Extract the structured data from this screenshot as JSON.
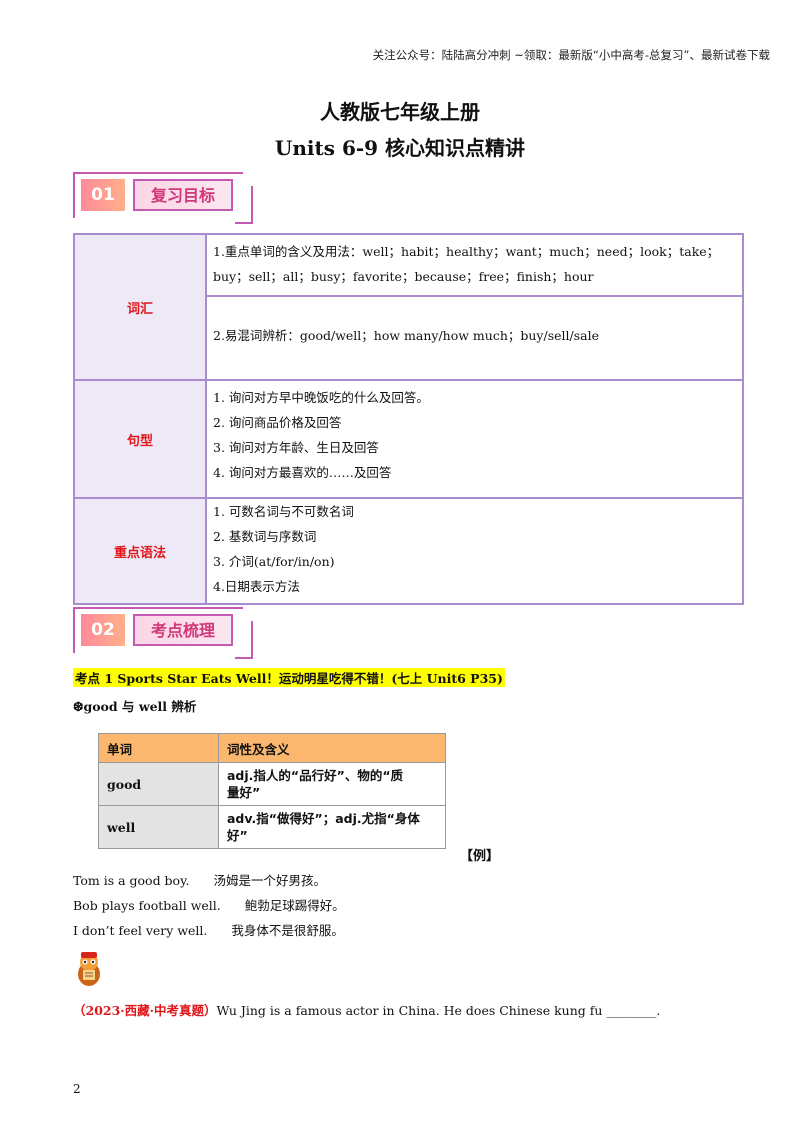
{
  "header_note": "关注公众号：陆陆高分冲刺  ~领取：最新版“小中高考-总复习”、最新试卷下载",
  "title_line1": "人教版七年级上册",
  "title_line2": "Units  6-9 核心知识点精讲",
  "section1": {
    "num": "01",
    "label": "复习目标"
  },
  "section2": {
    "num": "02",
    "label": "考点梳理"
  },
  "review": {
    "vocab": {
      "label": "词汇",
      "item1_line1": "1.重点单词的含义及用法：well；habit；healthy；want；much；need；look；take；",
      "item1_line2": "buy；sell；all；busy；favorite；because；free；finish；hour",
      "item2": "2.易混词辨析：good/well；how  many/how  much；buy/sell/sale"
    },
    "sentence": {
      "label": "句型",
      "lines": [
        "1.  询问对方早中晚饭吃的什么及回答。",
        "2.  询问商品价格及回答",
        "3.  询问对方年龄、生日及回答",
        "4.  询问对方最喜欢的……及回答"
      ]
    },
    "grammar": {
      "label": "重点语法",
      "lines": [
        "1.  可数名词与不可数名词",
        "2.  基数词与序数词",
        "3.  介词(at/for/in/on)",
        "4.日期表示方法"
      ]
    }
  },
  "kaodian_title": "考点 1  Sports  Star  Eats  Well！运动明星吃得不错！(七上 Unit6  P35)",
  "kaodian_sub": "❆good 与 well 辨析",
  "words_table": {
    "head_word": "单词",
    "head_def": "词性及含义",
    "rows": [
      {
        "word": "good",
        "def_line1": "adj.指人的“品行好”、物的“质",
        "def_line2": "量好”"
      },
      {
        "word": "well",
        "def_line1": "adv.指“做得好”；adj.尤指“身体",
        "def_line2": "好”"
      }
    ]
  },
  "example_tag": "【例】",
  "examples": [
    {
      "en": "Tom  is  a  good  boy.",
      "cn": "汤姆是一个好男孩。"
    },
    {
      "en": "Bob  plays  football  well.",
      "cn": "鲍勃足球踢得好。"
    },
    {
      "en": "I  don’t  feel  very  well.",
      "cn": "我身体不是很舒服。"
    }
  ],
  "exam": {
    "source": "（2023·西藏·中考真题）",
    "question": "Wu Jing is a famous actor in China. He does Chinese kung fu ________."
  },
  "page_number": "2",
  "colors": {
    "accent_pink": "#c45ab3",
    "red": "#e0161b",
    "orange_header": "#fbb76e",
    "highlight": "#ffff00"
  }
}
